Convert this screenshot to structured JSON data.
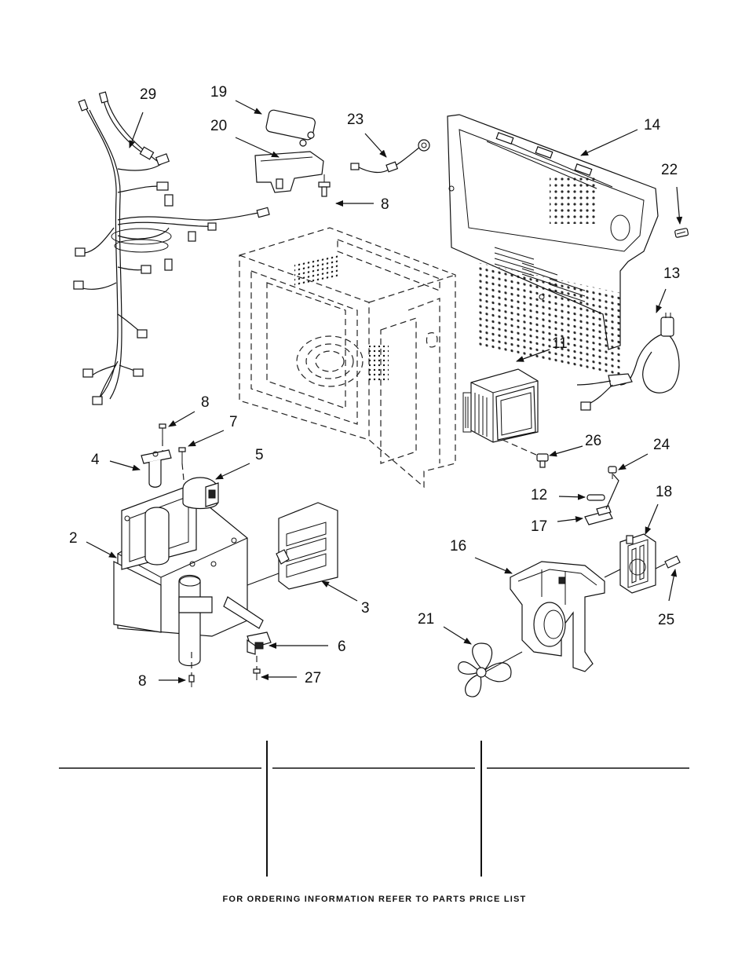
{
  "labels": {
    "p29": "29",
    "p19": "19",
    "p20": "20",
    "p23": "23",
    "p14": "14",
    "p22": "22",
    "p8a": "8",
    "p13": "13",
    "p11": "11",
    "p8b": "8",
    "p7": "7",
    "p4": "4",
    "p5": "5",
    "p26": "26",
    "p24": "24",
    "p12": "12",
    "p18": "18",
    "p17": "17",
    "p2": "2",
    "p16": "16",
    "p3": "3",
    "p21": "21",
    "p25": "25",
    "p6": "6",
    "p8c": "8",
    "p27": "27"
  },
  "footer": "FOR ORDERING INFORMATION REFER TO PARTS PRICE LIST"
}
